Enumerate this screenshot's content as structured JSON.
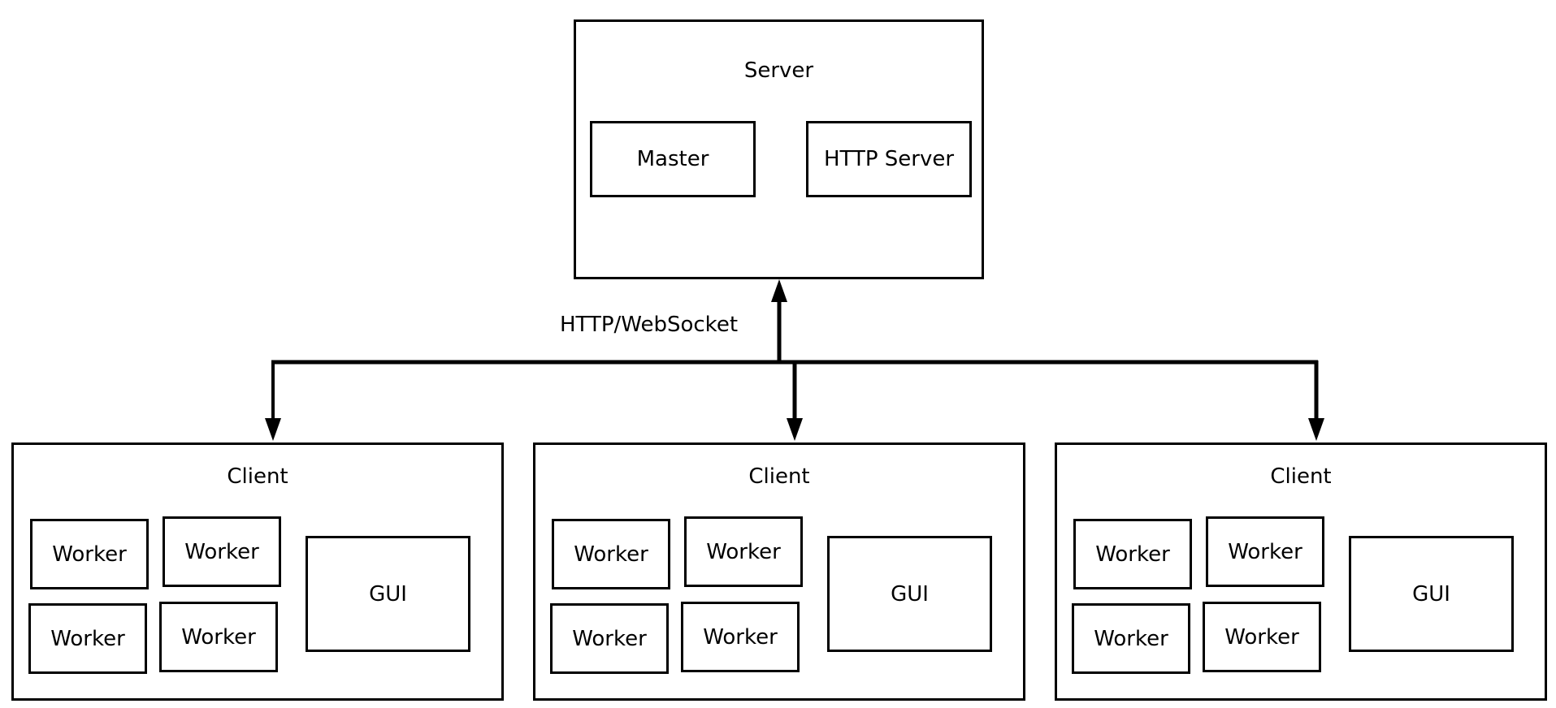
{
  "server": {
    "title": "Server",
    "components": [
      "Master",
      "HTTP Server"
    ]
  },
  "connection_label": "HTTP/WebSocket",
  "clients": [
    {
      "title": "Client",
      "workers": [
        "Worker",
        "Worker",
        "Worker",
        "Worker"
      ],
      "gui": "GUI"
    },
    {
      "title": "Client",
      "workers": [
        "Worker",
        "Worker",
        "Worker",
        "Worker"
      ],
      "gui": "GUI"
    },
    {
      "title": "Client",
      "workers": [
        "Worker",
        "Worker",
        "Worker",
        "Worker"
      ],
      "gui": "GUI"
    }
  ]
}
